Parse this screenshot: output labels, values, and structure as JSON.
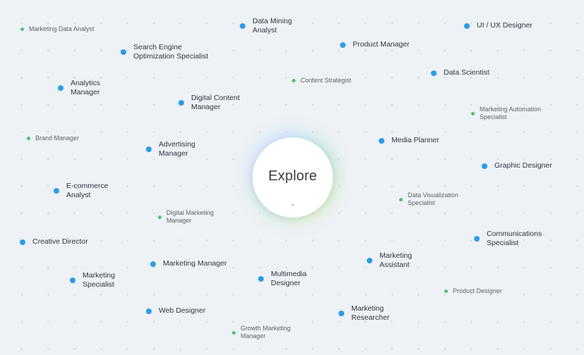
{
  "center": {
    "label": "Explore",
    "chevron_icon": "chevron-down-icon"
  },
  "roles": [
    {
      "id": "marketing-data-analyst",
      "label": "Marketing Data Analyst",
      "size": "minor"
    },
    {
      "id": "search-engine-optimization-specialist",
      "label": "Search Engine\nOptimization Specialist",
      "size": "major"
    },
    {
      "id": "data-mining-analyst",
      "label": "Data Mining\nAnalyst",
      "size": "major"
    },
    {
      "id": "product-manager",
      "label": "Product Manager",
      "size": "major"
    },
    {
      "id": "ui-ux-designer",
      "label": "UI / UX Designer",
      "size": "major"
    },
    {
      "id": "analytics-manager",
      "label": "Analytics\nManager",
      "size": "major"
    },
    {
      "id": "content-strategist",
      "label": "Content Strategist",
      "size": "minor"
    },
    {
      "id": "data-scientist",
      "label": "Data Scientist",
      "size": "major"
    },
    {
      "id": "digital-content-manager",
      "label": "Digital Content\nManager",
      "size": "major"
    },
    {
      "id": "marketing-automation-specialist",
      "label": "Marketing Automation\nSpecialist",
      "size": "minor"
    },
    {
      "id": "brand-manager",
      "label": "Brand Manager",
      "size": "minor"
    },
    {
      "id": "advertising-manager",
      "label": "Advertising\nManager",
      "size": "major"
    },
    {
      "id": "media-planner",
      "label": "Media Planner",
      "size": "major"
    },
    {
      "id": "graphic-designer",
      "label": "Graphic Designer",
      "size": "major"
    },
    {
      "id": "e-commerce-analyst",
      "label": "E-commerce\nAnalyst",
      "size": "major"
    },
    {
      "id": "data-visualization-specialist",
      "label": "Data Visualization\nSpecialist",
      "size": "minor"
    },
    {
      "id": "digital-marketing-manager",
      "label": "Digital Marketing\nManager",
      "size": "minor"
    },
    {
      "id": "creative-director",
      "label": "Creative Director",
      "size": "major"
    },
    {
      "id": "communications-specialist",
      "label": "Communications\nSpecialist",
      "size": "major"
    },
    {
      "id": "marketing-assistant",
      "label": "Marketing\nAssistant",
      "size": "major"
    },
    {
      "id": "marketing-manager",
      "label": "Marketing Manager",
      "size": "major"
    },
    {
      "id": "marketing-specialist",
      "label": "Marketing\nSpecialist",
      "size": "major"
    },
    {
      "id": "multimedia-designer",
      "label": "Multimedia\nDesigner",
      "size": "major"
    },
    {
      "id": "product-designer",
      "label": "Product Designer",
      "size": "minor"
    },
    {
      "id": "web-designer",
      "label": "Web Designer",
      "size": "major"
    },
    {
      "id": "marketing-researcher",
      "label": "Marketing\nResearcher",
      "size": "major"
    },
    {
      "id": "growth-marketing-manager",
      "label": "Growth Marketing\nManager",
      "size": "minor"
    }
  ]
}
